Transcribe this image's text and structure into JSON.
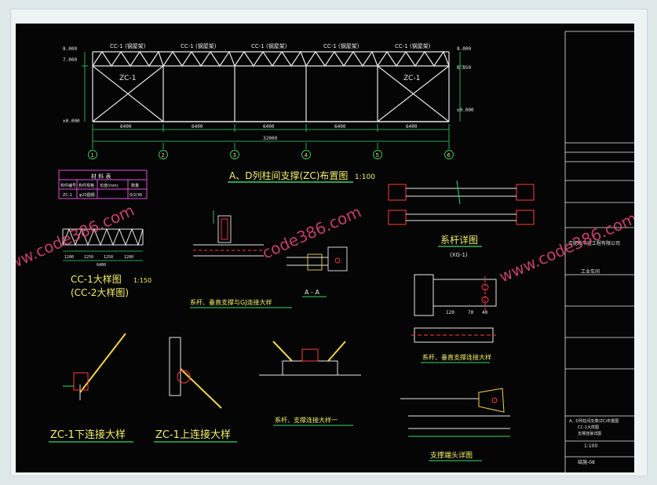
{
  "title_main": "A、D列柱间支撑(ZC)布置图",
  "title_main_scale": "1:100",
  "elevation_label": "CC-1 (钢屋架)",
  "elev_levels": [
    "8.000",
    "7.000",
    "6.850",
    "±0.000"
  ],
  "bracing_labels": [
    "ZC-1",
    "ZC-1"
  ],
  "spans": [
    "6400",
    "6400",
    "6400",
    "6400",
    "6400"
  ],
  "total_span": "32000",
  "axes": [
    "1",
    "2",
    "3",
    "4",
    "5",
    "6"
  ],
  "table": {
    "title": "材 料 表",
    "header": [
      "构件编号",
      "构件规格",
      "长度(mm)",
      "数量"
    ],
    "row": [
      "ZC-1",
      "φ20圆钢",
      "",
      "0/2/36"
    ]
  },
  "cc_title": "CC-1大样图",
  "cc_scale": "1:150",
  "cc_subtitle": "(CC-2大样图)",
  "cc_dims": [
    "1200",
    "1250",
    "1250",
    "1200"
  ],
  "cc_total": "6400",
  "section_aa": "A - A",
  "conn1_label": "系杆、垂直支撑与GJ连接大样",
  "tie_title": "系杆详图",
  "tie_sub": "(XG-1)",
  "vert_label": "系杆、垂直支撑连接大样",
  "vert_dims": [
    "120",
    "70",
    "40"
  ],
  "zc_lower": "ZC-1下连接大样",
  "zc_upper": "ZC-1上连接大样",
  "joint_label": "系杆、支撑连接大样一",
  "plate_label": "支撑端头详图",
  "watermarks": [
    "www.code386.com",
    "code386.com",
    "www.code386.com"
  ],
  "title_block": {
    "company": "合肥新华金工程有限公司",
    "project": "工业车间",
    "drawing_title": "A、D列柱间支撑(ZC)布置图",
    "drawing_sub": "CC-1大样图",
    "drawing_sub2": "支撑连接详图",
    "scale": "1:100",
    "drawing_no": "结施-08"
  },
  "colors": {
    "bg": "#050505",
    "line": "#e8e8e8",
    "dim": "#36d66a",
    "title": "#f2f06a",
    "red": "#ff3a3a",
    "cyan": "#4fe6f0",
    "magenta": "#e24bd6",
    "yellow": "#f1d64a",
    "watermark": "#e34a7a"
  }
}
